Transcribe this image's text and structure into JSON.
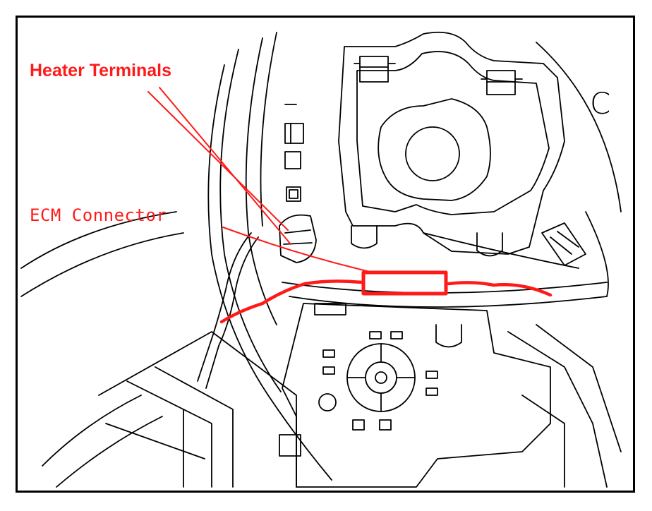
{
  "labels": {
    "heater_terminals": "Heater Terminals",
    "ecm_connector": "ECM Connector",
    "panel_mark": "C"
  },
  "colors": {
    "annotation": "#ff1a1a",
    "linework": "#000000",
    "background": "#ffffff"
  }
}
